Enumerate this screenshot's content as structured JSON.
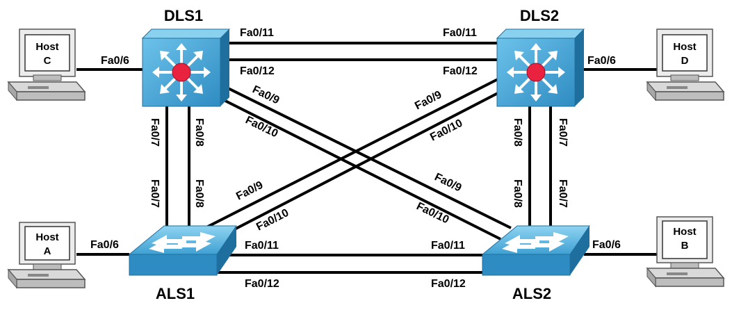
{
  "devices": {
    "dls1": {
      "label": "DLS1",
      "kind": "multilayer-switch"
    },
    "dls2": {
      "label": "DLS2",
      "kind": "multilayer-switch"
    },
    "als1": {
      "label": "ALS1",
      "kind": "access-switch"
    },
    "als2": {
      "label": "ALS2",
      "kind": "access-switch"
    }
  },
  "hosts": {
    "c": {
      "line1": "Host",
      "line2": "C"
    },
    "d": {
      "line1": "Host",
      "line2": "D"
    },
    "a": {
      "line1": "Host",
      "line2": "A"
    },
    "b": {
      "line1": "Host",
      "line2": "B"
    }
  },
  "ports": {
    "hostC_dls1": "Fa0/6",
    "hostD_dls2": "Fa0/6",
    "hostA_als1": "Fa0/6",
    "hostB_als2": "Fa0/6",
    "dls1_dls2_11_a": "Fa0/11",
    "dls1_dls2_11_b": "Fa0/11",
    "dls1_dls2_12_a": "Fa0/12",
    "dls1_dls2_12_b": "Fa0/12",
    "als1_als2_11_a": "Fa0/11",
    "als1_als2_11_b": "Fa0/11",
    "als1_als2_12_a": "Fa0/12",
    "als1_als2_12_b": "Fa0/12",
    "dls1_als1_7_a": "Fa0/7",
    "dls1_als1_7_b": "Fa0/7",
    "dls1_als1_8_a": "Fa0/8",
    "dls1_als1_8_b": "Fa0/8",
    "dls2_als2_8_a": "Fa0/8",
    "dls2_als2_8_b": "Fa0/8",
    "dls2_als2_7_a": "Fa0/7",
    "dls2_als2_7_b": "Fa0/7",
    "dls1_als2_9_a": "Fa0/9",
    "dls1_als2_10_a": "Fa0/10",
    "dls1_als2_9_b": "Fa0/9",
    "dls1_als2_10_b": "Fa0/10",
    "dls2_als1_9_a": "Fa0/9",
    "dls2_als1_10_a": "Fa0/10",
    "dls2_als1_9_b": "Fa0/9",
    "dls2_als1_10_b": "Fa0/10"
  },
  "colors": {
    "switch_blue": "#4aa6d6",
    "switch_blue_dark": "#1f6f9e",
    "router_red": "#e8223f",
    "link": "#000000",
    "host_gray": "#d9d9d9"
  }
}
